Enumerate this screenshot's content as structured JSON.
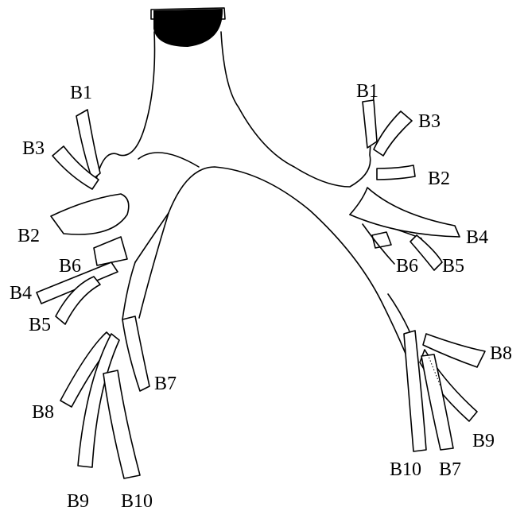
{
  "diagram": {
    "colors": {
      "line": "#000000",
      "lumen": "#000000",
      "background": "#ffffff"
    },
    "right_lung_labels": {
      "b1": "B1",
      "b3": "B3",
      "b2": "B2",
      "b6": "B6",
      "b4": "B4",
      "b5": "B5",
      "b8": "B8",
      "b7": "B7",
      "b9": "B9",
      "b10": "B10"
    },
    "left_lung_labels": {
      "b1": "B1",
      "b3": "B3",
      "b2": "B2",
      "b4": "B4",
      "b6": "B6",
      "b5": "B5",
      "b8": "B8",
      "b9": "B9",
      "b10": "B10",
      "b7": "B7"
    }
  }
}
